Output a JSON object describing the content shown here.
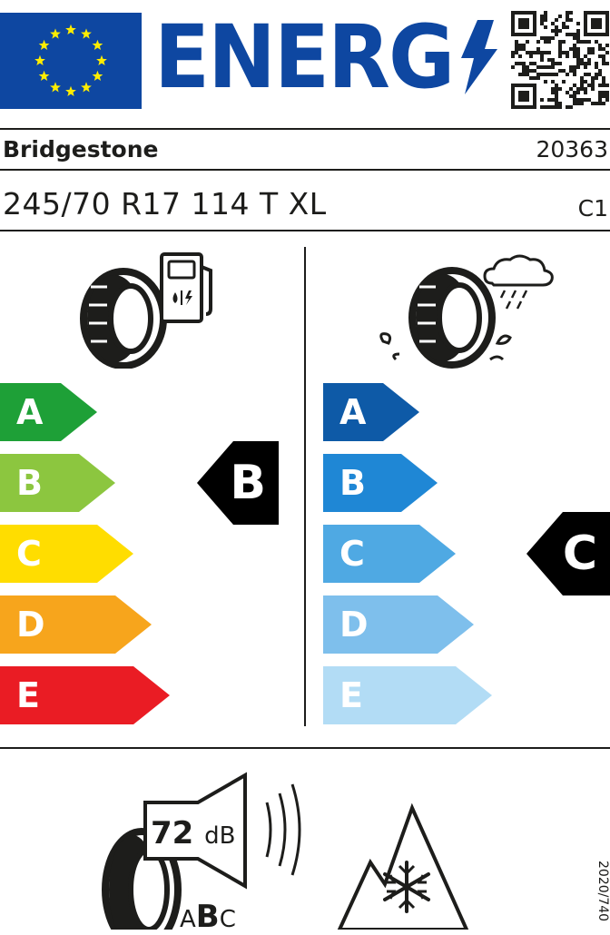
{
  "header": {
    "energy_word": "ENERG",
    "eu_color": "#0e47a1",
    "qr_icon": "qr-code-icon"
  },
  "supplier": {
    "name": "Bridgestone",
    "article_number": "20363"
  },
  "tyre": {
    "size_designation": "245/70 R17 114 T XL",
    "tyre_class": "C1"
  },
  "fuel_efficiency": {
    "scale": [
      {
        "letter": "A",
        "color": "#1ea037"
      },
      {
        "letter": "B",
        "color": "#8cc63f"
      },
      {
        "letter": "C",
        "color": "#ffdd00"
      },
      {
        "letter": "D",
        "color": "#f7a51c"
      },
      {
        "letter": "E",
        "color": "#ea1c24"
      }
    ],
    "rating": "B"
  },
  "wet_grip": {
    "scale": [
      {
        "letter": "A",
        "color": "#0e5aa7"
      },
      {
        "letter": "B",
        "color": "#1f87d5"
      },
      {
        "letter": "C",
        "color": "#4fa9e3"
      },
      {
        "letter": "D",
        "color": "#7ebfec"
      },
      {
        "letter": "E",
        "color": "#b2dcf5"
      }
    ],
    "rating": "C"
  },
  "noise": {
    "value": "72",
    "unit": "dB",
    "class_a": "A",
    "class_b": "B",
    "class_c": "C"
  },
  "regulation": "2020/740"
}
